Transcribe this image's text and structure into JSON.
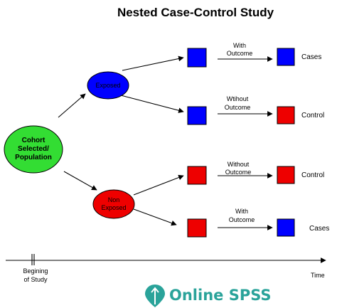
{
  "title": "Nested Case-Control Study",
  "nodes": {
    "cohort": {
      "line1": "Cohort",
      "line2": "Selected/",
      "line3": "Population",
      "color": "#33dd33"
    },
    "exposed": {
      "label": "Exposed",
      "color": "#0000ff"
    },
    "non_exposed": {
      "line1": "Non",
      "line2": "Exposed",
      "color": "#ee0000"
    }
  },
  "branches": [
    {
      "edge_line1": "With",
      "edge_line2": "Outcome",
      "result": "Cases",
      "from_color": "#0000ff",
      "to_color": "#0000ff"
    },
    {
      "edge_line1": "Wtihout",
      "edge_line2": "Outcome",
      "result": "Control",
      "from_color": "#0000ff",
      "to_color": "#ee0000"
    },
    {
      "edge_line1": "Without",
      "edge_line2": "Outcome",
      "result": "Control",
      "from_color": "#ee0000",
      "to_color": "#ee0000"
    },
    {
      "edge_line1": "With",
      "edge_line2": "Outcome",
      "result": "Cases",
      "from_color": "#ee0000",
      "to_color": "#0000ff"
    }
  ],
  "timeline": {
    "start_line1": "Begining",
    "start_line2": "of Study",
    "end_label": "Time"
  },
  "logo": {
    "text": "Online SPSS",
    "color": "#2aa39a"
  }
}
